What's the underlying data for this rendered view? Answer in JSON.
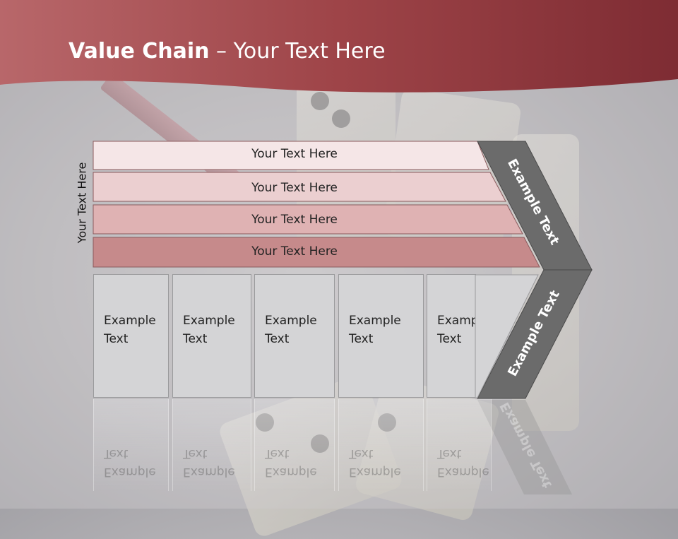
{
  "title": {
    "bold": "Value Chain",
    "rest": " – Your Text Here"
  },
  "side_label": "Your Text Here",
  "bands": [
    {
      "label": "Your Text Here",
      "color": "#f5e6e7"
    },
    {
      "label": "Your Text Here",
      "color": "#ebcfd0"
    },
    {
      "label": "Your Text Here",
      "color": "#dfb2b3"
    },
    {
      "label": "Your Text Here",
      "color": "#c68a8b"
    }
  ],
  "columns": [
    {
      "line1": "Example",
      "line2": "Text"
    },
    {
      "line1": "Example",
      "line2": "Text"
    },
    {
      "line1": "Example",
      "line2": "Text"
    },
    {
      "line1": "Example",
      "line2": "Text"
    },
    {
      "line1": "Example",
      "line2": "Text"
    }
  ],
  "chevron": {
    "upper_label": "Example Text",
    "lower_label": "Example Text",
    "color": "#6b6b6b"
  },
  "colors": {
    "header": "#9a4448",
    "column_fill": "#d4d4d6"
  }
}
